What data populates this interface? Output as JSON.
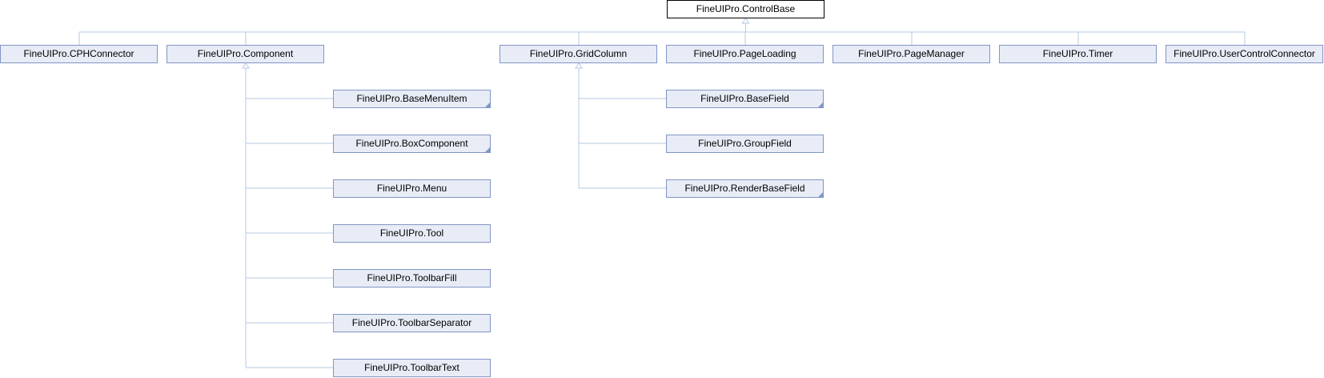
{
  "diagram": {
    "root": {
      "label": "FineUIPro.ControlBase"
    },
    "children": [
      {
        "label": "FineUIPro.CPHConnector",
        "has_more": false
      },
      {
        "label": "FineUIPro.Component",
        "has_more": false
      },
      {
        "label": "FineUIPro.GridColumn",
        "has_more": false
      },
      {
        "label": "FineUIPro.PageLoading",
        "has_more": false
      },
      {
        "label": "FineUIPro.PageManager",
        "has_more": false
      },
      {
        "label": "FineUIPro.Timer",
        "has_more": false
      },
      {
        "label": "FineUIPro.UserControlConnector",
        "has_more": false
      }
    ],
    "component_children": [
      {
        "label": "FineUIPro.BaseMenuItem",
        "has_more": true
      },
      {
        "label": "FineUIPro.BoxComponent",
        "has_more": true
      },
      {
        "label": "FineUIPro.Menu",
        "has_more": false
      },
      {
        "label": "FineUIPro.Tool",
        "has_more": false
      },
      {
        "label": "FineUIPro.ToolbarFill",
        "has_more": false
      },
      {
        "label": "FineUIPro.ToolbarSeparator",
        "has_more": false
      },
      {
        "label": "FineUIPro.ToolbarText",
        "has_more": false
      }
    ],
    "gridcolumn_children": [
      {
        "label": "FineUIPro.BaseField",
        "has_more": true
      },
      {
        "label": "FineUIPro.GroupField",
        "has_more": false
      },
      {
        "label": "FineUIPro.RenderBaseField",
        "has_more": true
      }
    ],
    "colors": {
      "edge": "#b5c9e0",
      "node_fill": "#e8ecf6",
      "node_border": "#8196c4"
    }
  }
}
